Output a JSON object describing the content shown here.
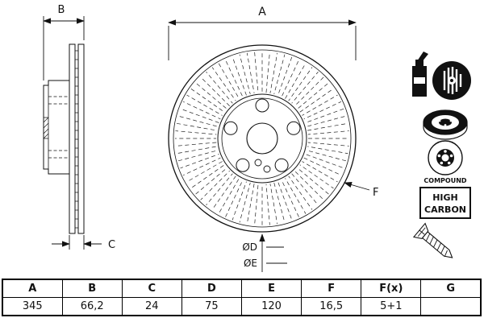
{
  "drawing": {
    "labels": {
      "a": "A",
      "b": "B",
      "c": "C",
      "d": "ØD",
      "e": "ØE",
      "f": "F"
    }
  },
  "icons": {
    "compound": "COMPOUND",
    "high_carbon": [
      "HIGH",
      "CARBON"
    ]
  },
  "table": {
    "headers": [
      "A",
      "B",
      "C",
      "D",
      "E",
      "F",
      "F(x)",
      "G"
    ],
    "values": [
      "345",
      "66,2",
      "24",
      "75",
      "120",
      "16,5",
      "5+1",
      ""
    ]
  }
}
